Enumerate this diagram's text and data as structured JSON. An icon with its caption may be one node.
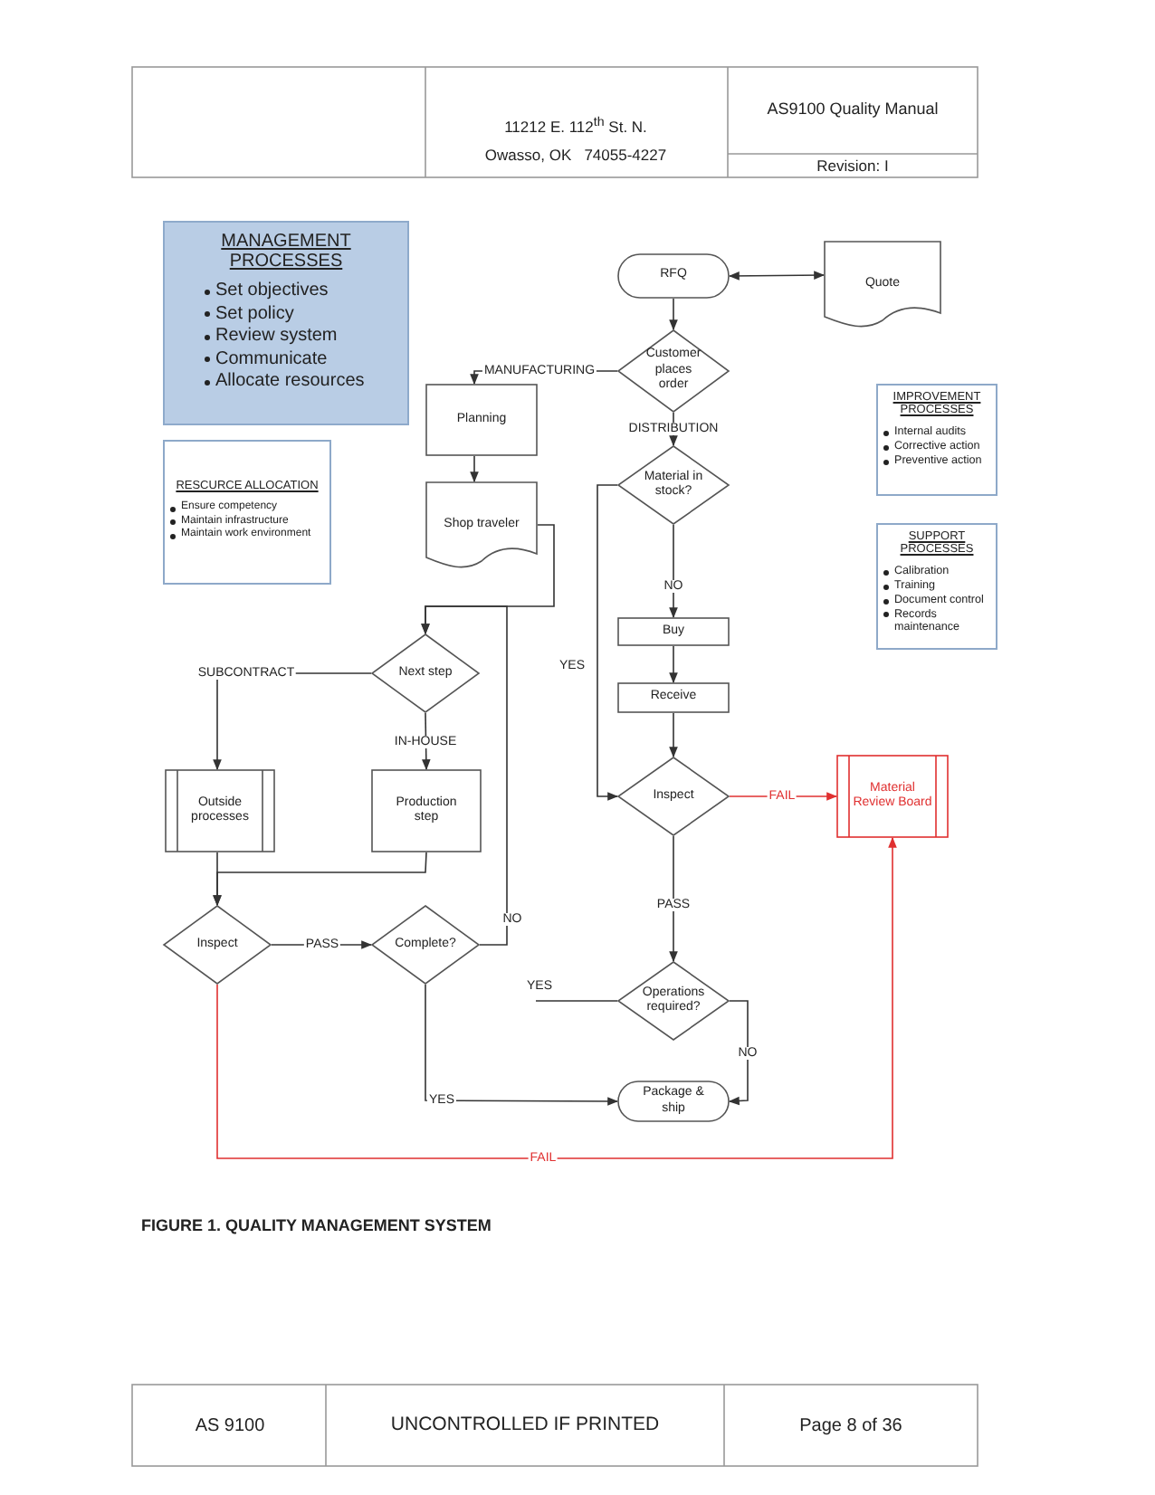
{
  "diagram": {
    "caption": "FIGURE 1. QUALITY MANAGEMENT SYSTEM",
    "nodes": [
      {
        "text": [
          "MANAGEMENT PROCESSES",
          "Set objectives",
          "Set policy",
          "Review system",
          "Communicate",
          "Allocate resources"
        ]
      },
      {
        "text": [
          "RESCURCE ALLOCATION",
          "Ensure competency",
          "Maintain infrastructure",
          "Maintain work environment"
        ]
      },
      {
        "text": [
          "RFQ"
        ]
      },
      {
        "text": [
          "Quote"
        ]
      },
      {
        "text": [
          "Customer places order"
        ]
      },
      {
        "text": [
          "IMPROVEMENT PROCESSES",
          "Internal audits",
          "Corrective action",
          "Preventive action"
        ]
      },
      {
        "text": [
          "Planning"
        ]
      },
      {
        "text": [
          "Shop traveler"
        ]
      },
      {
        "text": [
          "Material in stock?"
        ]
      },
      {
        "text": [
          "SUPPORT PROCESSES",
          "Calibration",
          "Training",
          "Document control",
          "Records maintenance"
        ]
      },
      {
        "text": [
          "Buy"
        ]
      },
      {
        "text": [
          "Next step"
        ]
      },
      {
        "text": [
          "Receive"
        ]
      },
      {
        "text": [
          "Outside processes"
        ]
      },
      {
        "text": [
          "Production step"
        ]
      },
      {
        "text": [
          "Inspect"
        ]
      },
      {
        "text": [
          "Material Review Board"
        ]
      },
      {
        "text": [
          "Inspect"
        ]
      },
      {
        "text": [
          "Complete?"
        ]
      },
      {
        "text": [
          "Operations required?"
        ]
      },
      {
        "text": [
          "Package & ship"
        ]
      }
    ],
    "edges": [
      {
        "from": 2,
        "to": 3,
        "arrow": "both"
      },
      {
        "from": 2,
        "to": 4,
        "arrow": "to"
      },
      {
        "from": 4,
        "to": 6,
        "arrow": "to",
        "label": "MANUFACTURING"
      },
      {
        "from": 4,
        "to": 8,
        "arrow": "to",
        "label": "DISTRIBUTION"
      },
      {
        "from": 6,
        "to": 7,
        "arrow": "to"
      },
      {
        "from": 7,
        "to": 11,
        "arrow": "to"
      },
      {
        "from": 8,
        "to": 10,
        "arrow": "to",
        "label": "NO"
      },
      {
        "from": 8,
        "to": 15,
        "arrow": "to",
        "label": "YES"
      },
      {
        "from": 10,
        "to": 12,
        "arrow": "to"
      },
      {
        "from": 12,
        "to": 15,
        "arrow": "to"
      },
      {
        "from": 11,
        "to": 13,
        "arrow": "to",
        "label": "SUBCONTRACT"
      },
      {
        "from": 11,
        "to": 14,
        "arrow": "to",
        "label": "IN-HOUSE"
      },
      {
        "from": 13,
        "to": 17,
        "arrow": "to"
      },
      {
        "from": 14,
        "to": 17,
        "arrow": "to"
      },
      {
        "from": 17,
        "to": 18,
        "arrow": "to",
        "label": "PASS"
      },
      {
        "from": 17,
        "to": 16,
        "arrow": "to",
        "label": "FAIL",
        "color": "#e03030"
      },
      {
        "from": 18,
        "to": 11,
        "arrow": "to",
        "label": "NO"
      },
      {
        "from": 18,
        "to": 20,
        "arrow": "to",
        "label": "YES"
      },
      {
        "from": 15,
        "to": 16,
        "arrow": "to",
        "label": "FAIL",
        "color": "#e03030"
      },
      {
        "from": 15,
        "to": 19,
        "arrow": "to",
        "label": "PASS"
      },
      {
        "from": 19,
        "to": 20,
        "arrow": "to",
        "label": "NO"
      },
      {
        "from": 19,
        "to": null,
        "arrow": "none",
        "label": "YES"
      }
    ],
    "labels": [
      "11212 E. 112$^{th}$ St. N.",
      "Owasso, OK   74055-4227",
      "AS9100 Quality Manual",
      "Revision: I",
      "AS 9100",
      "UNCONTROLLED IF PRINTED",
      "Page 8 of 36"
    ]
  }
}
